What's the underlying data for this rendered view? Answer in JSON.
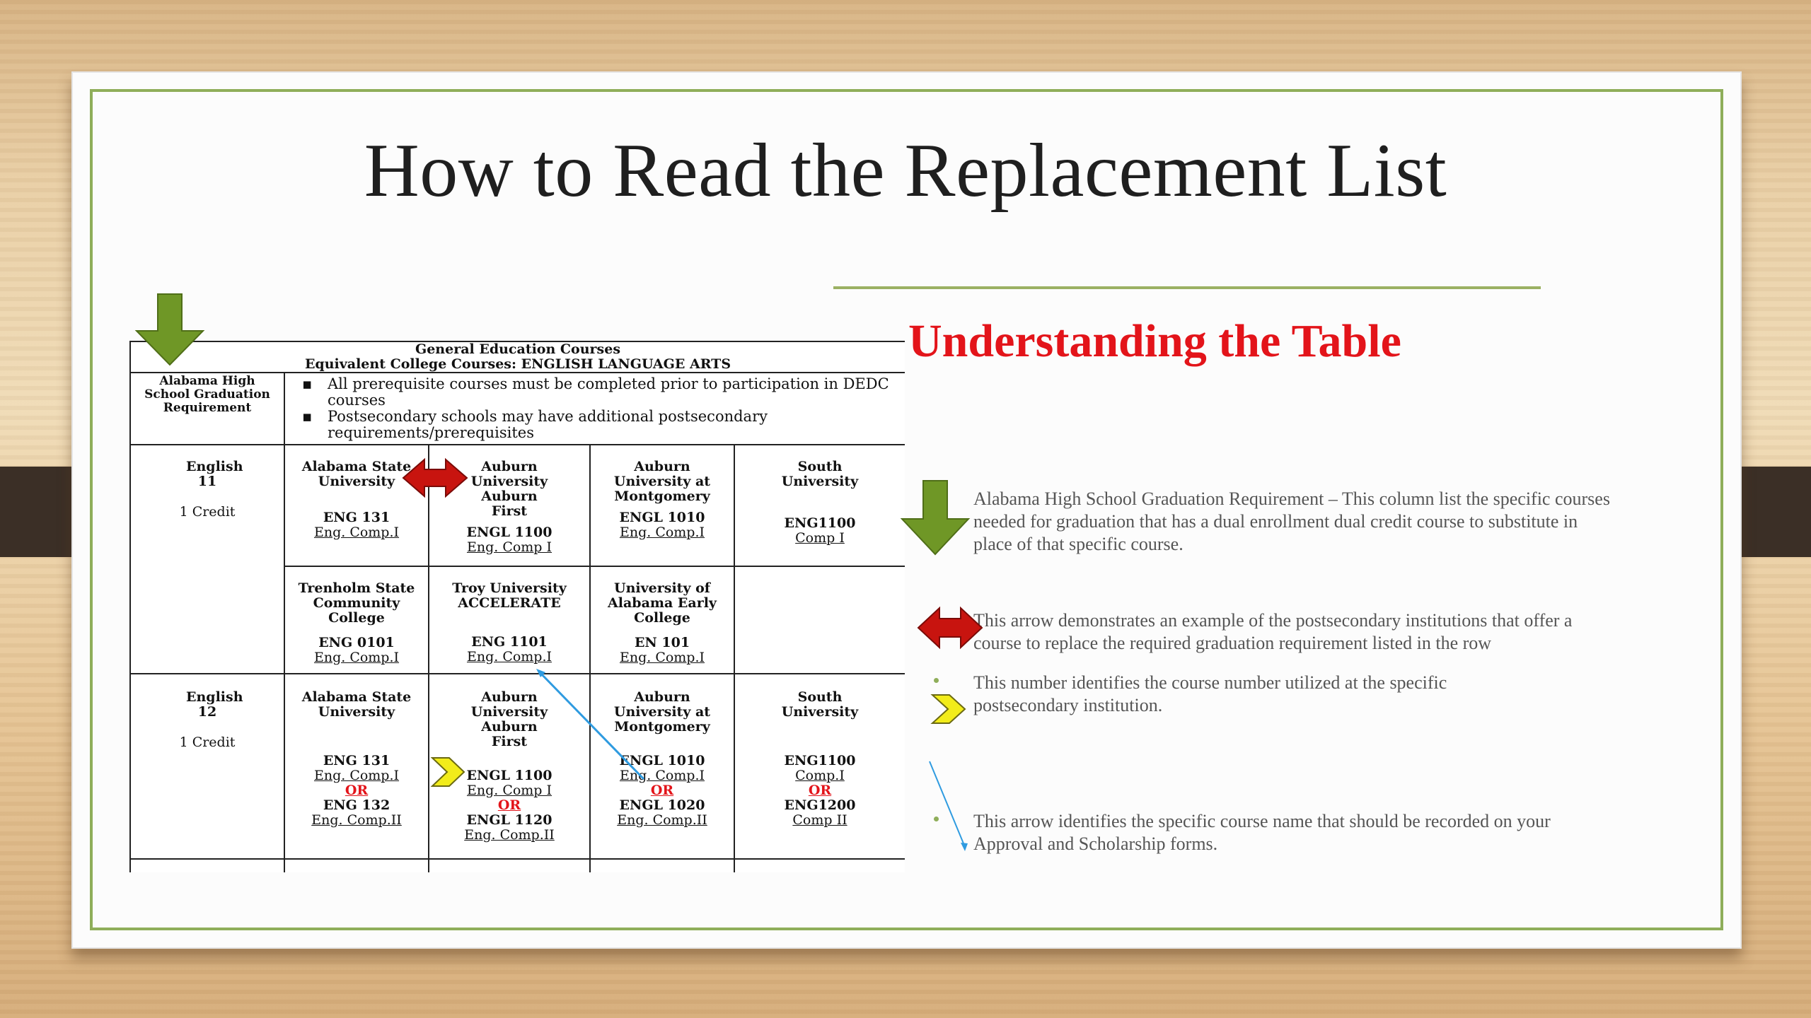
{
  "slide": {
    "title": "How to Read the Replacement List",
    "subtitle": "Understanding the Table",
    "descriptions": [
      "Alabama High School Graduation Requirement – This column list the specific courses needed for graduation that has a dual enrollment dual credit course to substitute in place of that specific course.",
      "This arrow demonstrates an example of the postsecondary institutions that offer a course to replace the required graduation requirement listed in the row",
      "This number identifies the course number utilized at the specific postsecondary institution.",
      "This arrow identifies the specific course name that should be recorded on your Approval and Scholarship forms."
    ]
  },
  "table": {
    "title_line1": "General Education Courses",
    "title_line2": "Equivalent College Courses: ENGLISH LANGUAGE ARTS",
    "req_header": "Alabama High School Graduation Requirement",
    "notes": [
      "All prerequisite courses must be completed prior to participation in DEDC courses",
      "Postsecondary schools may have additional postsecondary requirements/prerequisites"
    ],
    "english11": {
      "name": "English 11",
      "credit": "1 Credit",
      "row1": [
        {
          "school": "Alabama State University",
          "num": "ENG 131",
          "course": "Eng. Comp.I"
        },
        {
          "school": "Auburn University Auburn First",
          "num": "ENGL 1100",
          "course": "Eng. Comp I"
        },
        {
          "school": "Auburn University at Montgomery",
          "num": "ENGL 1010",
          "course": "Eng. Comp.I"
        },
        {
          "school": "South University",
          "num": "ENG1100",
          "course": "Comp I"
        }
      ],
      "row2": [
        {
          "school": "Trenholm State Community College",
          "num": "ENG 0101",
          "course": "Eng. Comp.I"
        },
        {
          "school": "Troy University ACCELERATE",
          "num": "ENG 1101",
          "course": "Eng. Comp.I"
        },
        {
          "school": "University of Alabama Early College",
          "num": "EN 101",
          "course": "Eng. Comp.I"
        }
      ]
    },
    "english12": {
      "name": "English 12",
      "credit": "1 Credit",
      "or_text": "OR",
      "row1": [
        {
          "school": "Alabama State University",
          "num1": "ENG 131",
          "course1": "Eng. Comp.I",
          "num2": "ENG 132",
          "course2": "Eng. Comp.II"
        },
        {
          "school": "Auburn University Auburn First",
          "num1": "ENGL 1100",
          "course1": "Eng. Comp I",
          "num2": "ENGL 1120",
          "course2": "Eng. Comp.II"
        },
        {
          "school": "Auburn University at Montgomery",
          "num1": "ENGL 1010",
          "course1": "Eng. Comp.I",
          "num2": "ENGL 1020",
          "course2": "Eng. Comp.II"
        },
        {
          "school": "South University",
          "num1": "ENG1100",
          "course1": "Comp.I",
          "num2": "ENG1200",
          "course2": "Comp II"
        }
      ]
    }
  },
  "colors": {
    "title_text": "#1f1f1f",
    "subtitle_red": "#e3141a",
    "frame_green": "#8fae5a",
    "arrow_green": "#6f9726",
    "arrow_red": "#c8140f",
    "chevron_yellow": "#f2ec1a",
    "pointer_blue": "#2f9be0"
  },
  "icons": [
    "green-down-arrow-icon",
    "red-double-arrow-icon",
    "yellow-chevron-icon",
    "blue-pointer-arrow-icon"
  ]
}
